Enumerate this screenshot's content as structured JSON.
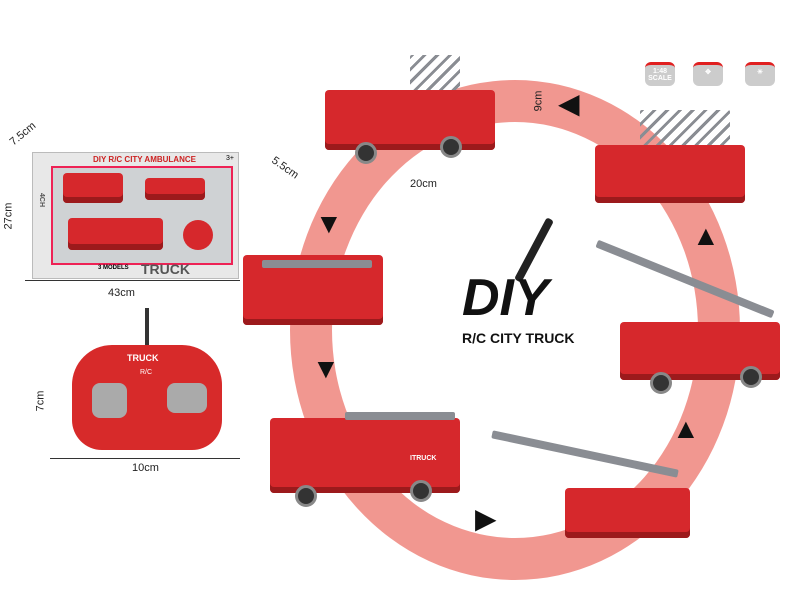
{
  "box": {
    "brand_line": "DIY R/C CITY AMBULANCE",
    "title": "TRUCK",
    "models": "3 MODELS",
    "channels": "4CH",
    "age": "3+"
  },
  "dimensions": {
    "box_depth": "7.5cm",
    "box_height": "27cm",
    "box_width": "43cm",
    "remote_height": "7cm",
    "remote_width": "10cm",
    "truck_height": "9cm",
    "truck_depth": "5.5cm",
    "truck_length": "20cm"
  },
  "remote": {
    "label_top": "TRUCK",
    "label_mid": "R/C"
  },
  "logo": {
    "title": "DIY",
    "subtitle": "R/C CITY TRUCK"
  },
  "badges": [
    {
      "icon": "scale-icon",
      "label": "1:48 SCALE"
    },
    {
      "icon": "transform-arrows-icon"
    },
    {
      "icon": "light-icon"
    }
  ],
  "truck_label": "ITRUCK",
  "colors": {
    "ring": "#f0918a",
    "truck": "#d6282c",
    "ladder": "#8a8d93"
  }
}
